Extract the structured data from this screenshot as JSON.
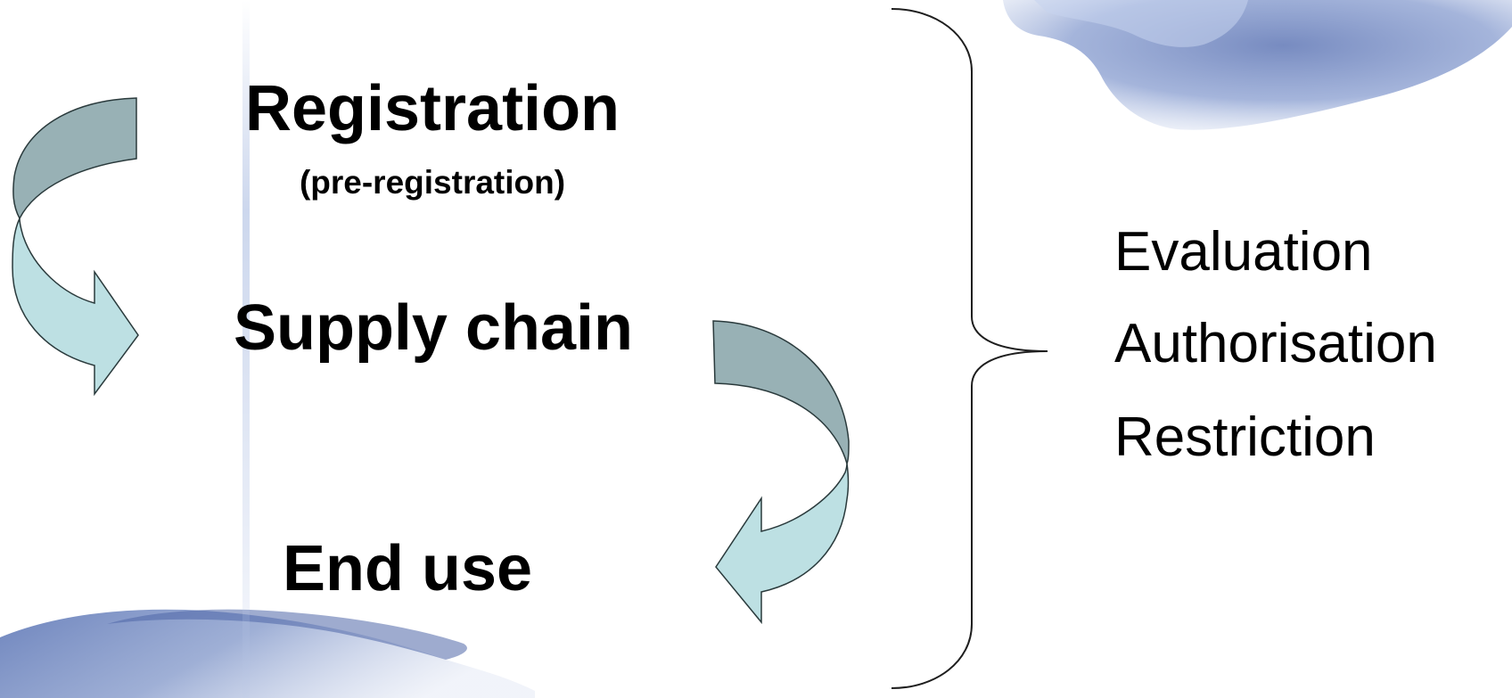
{
  "stages": [
    {
      "label": "Registration",
      "sublabel": "(pre-registration)"
    },
    {
      "label": "Supply chain"
    },
    {
      "label": "End use"
    }
  ],
  "processes": [
    "Evaluation",
    "Authorisation",
    "Restriction"
  ],
  "colors": {
    "arrow_dark": "#98b1b5",
    "arrow_light": "#bde0e3",
    "arrow_stroke": "#2a3a3c",
    "brace": "#1e1e1e",
    "blob": "#7f93c4"
  },
  "icons": {
    "flow_arrows": "curved-arrow-icon",
    "bracket": "right-curly-brace-icon"
  }
}
